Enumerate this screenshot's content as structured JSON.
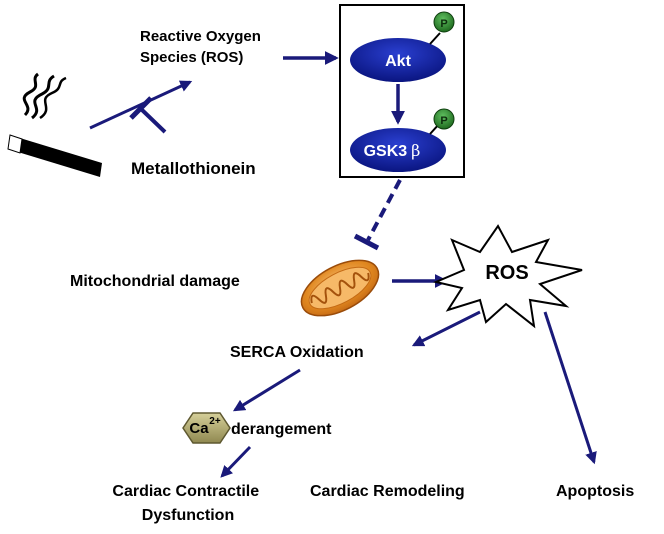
{
  "labels": {
    "ros_source_line1": "Reactive Oxygen",
    "ros_source_line2": "Species (ROS)",
    "metallothionein": "Metallothionein",
    "akt": "Akt",
    "gsk3": "GSK3",
    "gsk3_beta": "β",
    "phospho": "P",
    "mito_damage": "Mitochondrial damage",
    "ros_burst": "ROS",
    "serca": "SERCA Oxidation",
    "calcium": "Ca",
    "calcium_charge": "2+",
    "derangement": "derangement",
    "cardiac_contractile_line1": "Cardiac Contractile",
    "cardiac_contractile_line2": "Dysfunction",
    "cardiac_remodeling": "Cardiac Remodeling",
    "apoptosis": "Apoptosis"
  },
  "colors": {
    "arrow": "#1a1a7a",
    "node_fill": "#0a1e9e",
    "phospho_fill": "#2f8a2f",
    "calcium_fill": "#b9b27a",
    "mito_fill": "#e07a1a"
  },
  "icons": {
    "cigarette": "cigarette-icon",
    "mitochondrion": "mitochondrion-icon",
    "ros_burst": "starburst-shape"
  }
}
